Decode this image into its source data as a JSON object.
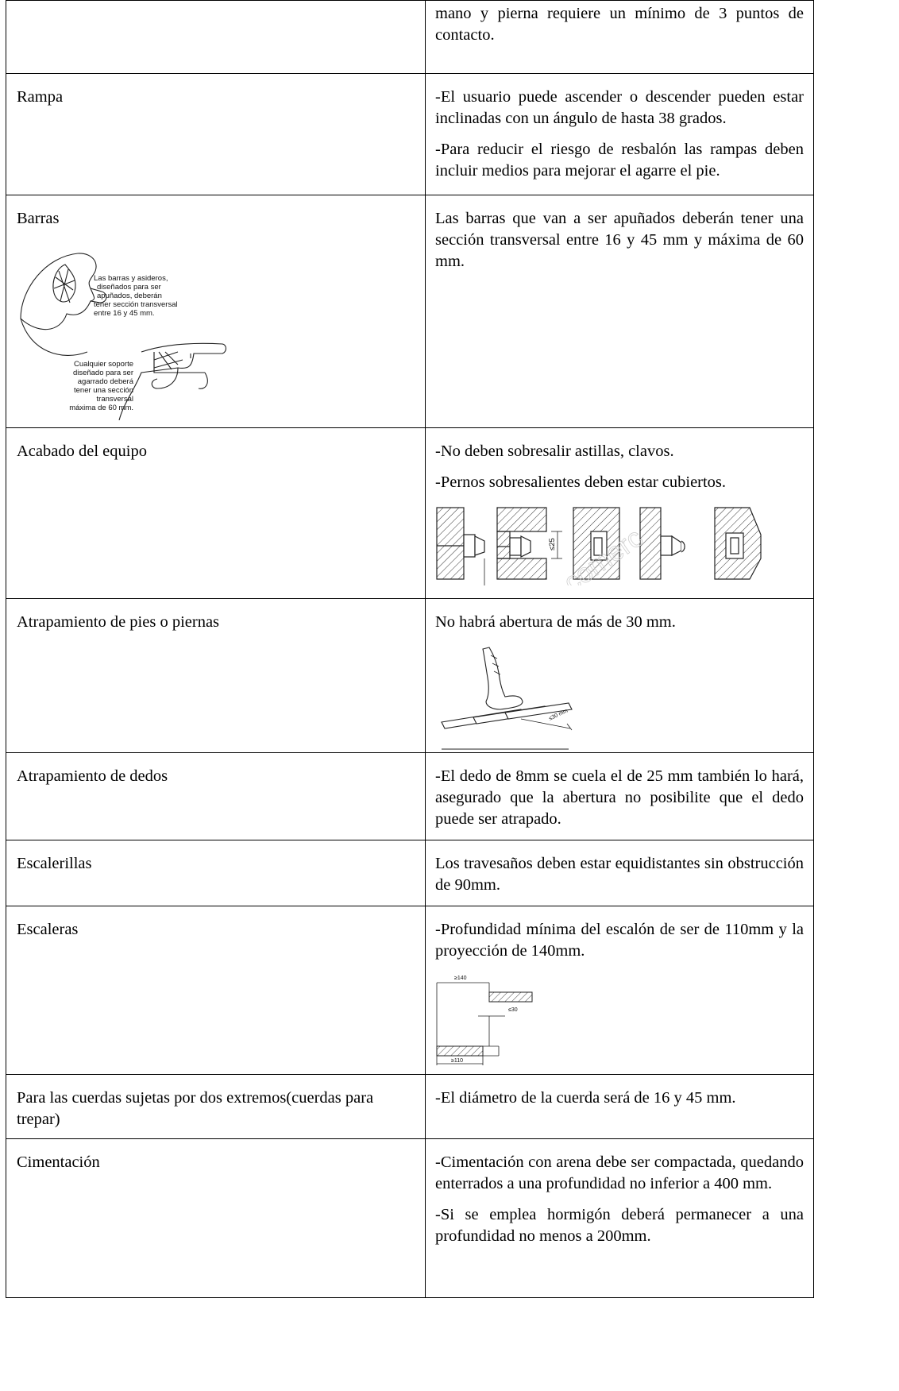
{
  "rows": [
    {
      "label": "",
      "paragraphs": [
        "mano y pierna requiere un mínimo de 3 puntos de contacto."
      ]
    },
    {
      "label": "Rampa",
      "paragraphs": [
        "-El usuario puede ascender o descender pueden estar inclinadas con un ángulo de hasta 38 grados.",
        "-Para reducir el riesgo de resbalón las rampas deben incluir medios para mejorar el agarre el pie."
      ]
    },
    {
      "label": "Barras",
      "paragraphs": [
        "Las barras que van a ser apuñados deberán tener una sección transversal entre 16 y 45 mm y máxima de 60 mm."
      ]
    },
    {
      "label": "Acabado del equipo",
      "paragraphs": [
        "-No deben sobresalir astillas, clavos.",
        "-Pernos sobresalientes deben estar cubiertos."
      ]
    },
    {
      "label": "Atrapamiento de pies o piernas",
      "paragraphs": [
        "No habrá abertura de más de 30 mm."
      ]
    },
    {
      "label": "Atrapamiento de dedos",
      "paragraphs": [
        "-El dedo de 8mm se cuela el de 25 mm también lo hará, asegurado que la abertura no posibilite que el dedo puede ser atrapado."
      ]
    },
    {
      "label": "Escalerillas",
      "paragraphs": [
        "Los travesaños deben estar equidistantes sin obstrucción de 90mm."
      ]
    },
    {
      "label": "Escaleras",
      "paragraphs": [
        "-Profundidad mínima del escalón de ser de 110mm y la proyección de 140mm."
      ]
    },
    {
      "label": "Para las cuerdas sujetas por dos extremos(cuerdas para trepar)",
      "paragraphs": [
        "-El diámetro de la cuerda será de 16 y 45 mm."
      ]
    },
    {
      "label": "Cimentación",
      "paragraphs": [
        "-Cimentación con arena debe ser compactada, quedando enterrados a una profundidad no inferior a 400 mm.",
        "-Si se emplea hormigón deberá permanecer a una profundidad no menos a 200mm."
      ]
    }
  ],
  "figures": {
    "barras": {
      "note_top": [
        "Las barras y asideros,",
        "diseñados para ser",
        "apuñados, deberán",
        "tener sección transversal",
        "entre 16  y 45 mm."
      ],
      "note_bottom": [
        "Cualquier soporte",
        "diseñado para ser",
        "agarrado deberá",
        "tener una sección",
        "transversal",
        "máxima de 60 mm."
      ]
    },
    "pernos": {
      "dim": "≤25"
    },
    "pies": {
      "dim": "≤30 mm"
    },
    "escaleras": {
      "dim_top": "≥140",
      "dim_mid": "≤30",
      "dim_bottom": "≥110"
    }
  }
}
